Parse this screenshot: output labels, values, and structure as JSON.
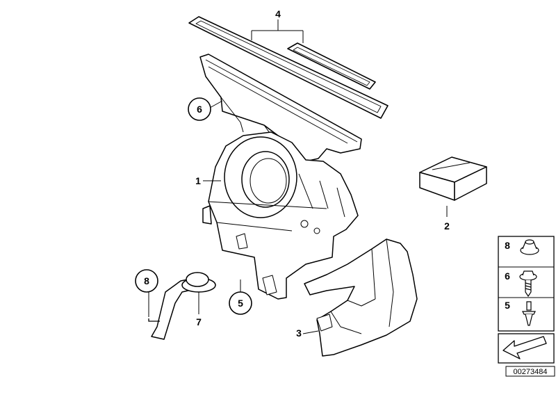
{
  "diagram": {
    "callouts": [
      {
        "id": "c1",
        "label": "1"
      },
      {
        "id": "c2",
        "label": "2"
      },
      {
        "id": "c3",
        "label": "3"
      },
      {
        "id": "c4",
        "label": "4"
      },
      {
        "id": "c5",
        "label": "5"
      },
      {
        "id": "c6",
        "label": "6"
      },
      {
        "id": "c7",
        "label": "7"
      },
      {
        "id": "c8",
        "label": "8"
      }
    ],
    "legend": {
      "items": [
        {
          "label": "8",
          "part": "clip-nut"
        },
        {
          "label": "6",
          "part": "hex-screw"
        },
        {
          "label": "5",
          "part": "expanding-rivet"
        }
      ]
    },
    "diagram_id": "00273484"
  }
}
